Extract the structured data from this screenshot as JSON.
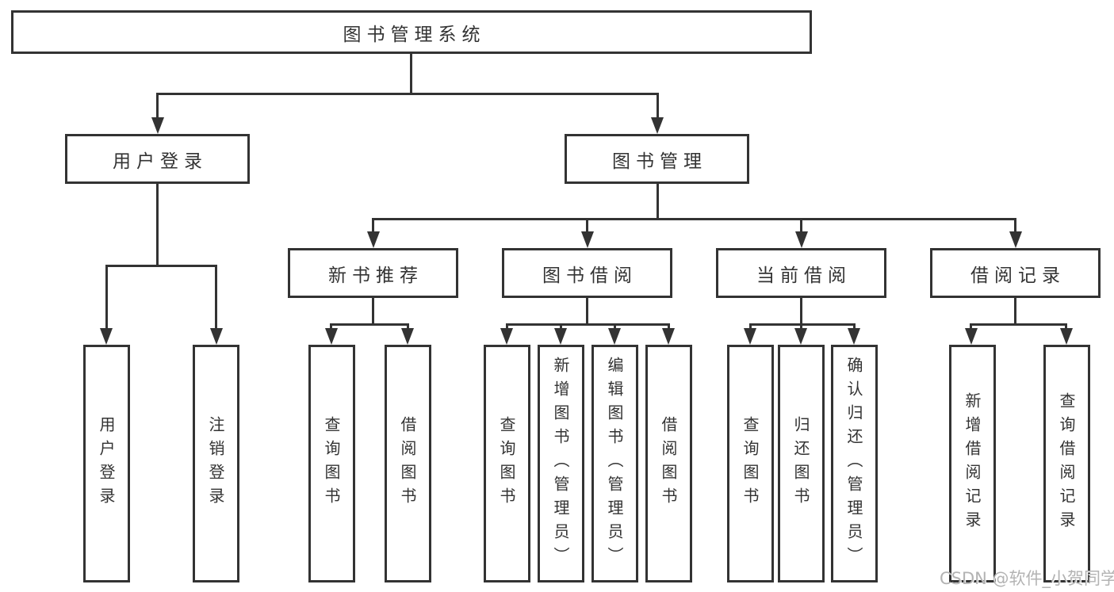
{
  "diagram_type": "hierarchy-tree",
  "colors": {
    "line": "#333333",
    "text": "#333333",
    "bg": "#ffffff",
    "watermark": "#b3b3b3"
  },
  "root": {
    "label": "图书管理系统"
  },
  "branches": [
    {
      "label": "用户登录",
      "children": [
        {
          "label": "用户登录"
        },
        {
          "label": "注销登录"
        }
      ]
    },
    {
      "label": "图书管理",
      "children": [
        {
          "label": "新书推荐",
          "children": [
            {
              "label": "查询图书"
            },
            {
              "label": "借阅图书"
            }
          ]
        },
        {
          "label": "图书借阅",
          "children": [
            {
              "label": "查询图书"
            },
            {
              "label": "新增图书（管理员）"
            },
            {
              "label": "编辑图书（管理员）"
            },
            {
              "label": "借阅图书"
            }
          ]
        },
        {
          "label": "当前借阅",
          "children": [
            {
              "label": "查询图书"
            },
            {
              "label": "归还图书"
            },
            {
              "label": "确认归还（管理员）"
            }
          ]
        },
        {
          "label": "借阅记录",
          "children": [
            {
              "label": "新增借阅记录"
            },
            {
              "label": "查询借阅记录"
            }
          ]
        }
      ]
    }
  ],
  "watermark": {
    "text": "CSDN @软件_小贺同学"
  }
}
